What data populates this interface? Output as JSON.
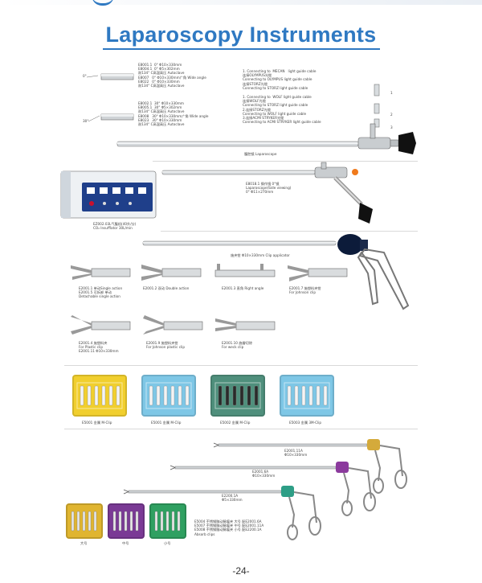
{
  "page": {
    "title": "Laparoscopy Instruments",
    "page_number": "-24-",
    "brand_color": "#2f79c2"
  },
  "laparoscope": {
    "codes": "E8001.1  0° Φ10×330mm\nE8004.1  0° Φ5×302mm\n耐134° C高温高压 Autoclave\nE8007   0° Φ10×330mm广角 Wide angle\nE8022   0° Φ10×330mm\n耐134° C高温高压 Autoclave",
    "codes2": "E8002.1  30° Φ10×330mm\nE8005.1  30° Φ5×302mm\n耐134° C高温高压 Autoclave\nE8008   30° Φ10×330mm广角 Wide angle\nE8023   30° Φ10×330mm\n耐134° C高温高压 Autoclave",
    "connect": "1. Connecting to  WOLF light guide cable\n连接WOLF光缆\nConnecting to STORZ light guide cable\n2.连接STORZ光缆\nConnecting to WOLF light guide cable\n3.连接ACMI STRYKER光缆\nConnecting to ACMI STRYKER light guide cable",
    "connect_top": "1. Connecting to  MECAN   light guide cable\n连接OLYMPUS光缆\nConnecting to OLYMPUS light guide cable\n连接STORZ光缆\nConnecting to STORZ light guide cable",
    "label": "腹腔镜 Laparoscope",
    "angle_0": "0°",
    "angle_30": "30°",
    "conn_num_1": "1",
    "conn_num_2": "2",
    "conn_num_3": "3"
  },
  "operating_scope": {
    "label": "E8018.1 操作镜 0°镜\nLaparoscope(Side viewing)\n0° Φ11×270mm"
  },
  "insufflator": {
    "label": "EZ002.03L气腹机(40升/分)\nCO₂ Insufflator 30L/min"
  },
  "clip_applicator": {
    "label": "施夹钳 Φ10×330mm Clip applicator"
  },
  "jaws": [
    {
      "label": "E2001.1 单动Single action\nE2001.5 可拆卸 单动\nDetachable single action"
    },
    {
      "label": "E2001.2 双动 Double action"
    },
    {
      "label": "E2001.3 直角 Right angle"
    },
    {
      "label": "E2001.7 施塑料夹钳\nFor Johnson clip"
    },
    {
      "label": "E2001.4 施塑料夹\nFor Plastic clip\nE2001.11 Φ10×330mm"
    },
    {
      "label": "E2001.9 施塑料夹钳\nFor Johnson plastic clip"
    },
    {
      "label": "E2001.10 施瓣切除\nFor weck clip"
    }
  ],
  "clip_cartridges": [
    {
      "label": "E5001 金属 M-Clip",
      "color": "#f1cf2e"
    },
    {
      "label": "E5001 金属 M-Clip",
      "color": "#7ec7e6"
    },
    {
      "label": "E5002 金属 M-Clip",
      "color": "#4f8f7c"
    },
    {
      "label": "E5003 金属 3M-Clip",
      "color": "#7ec7e6"
    }
  ],
  "bottom_instruments": [
    {
      "label": "E2001.11A\nΦ10×330mm",
      "color": "#d4aa3b"
    },
    {
      "label": "E2001.6A\nΦ10×330mm",
      "color": "#8b3a9d"
    },
    {
      "label": "E2200.1A\nΦ5×330mm",
      "color": "#2e9e86"
    }
  ],
  "bottom_cartridges": [
    {
      "label": "大号",
      "color": "#e0b530"
    },
    {
      "label": "中号",
      "color": "#7a3a95"
    },
    {
      "label": "小号",
      "color": "#2fa061"
    }
  ],
  "bottom_note": "E5004 不锈钢脑动脉瘤夹 大号 配E2001.6A\nE5007 不锈钢脑动脉瘤夹 中号 配E2001.11A\nE5008 不锈钢脑动脉瘤夹 小号 配E2200.1A\nAbsorb clips"
}
